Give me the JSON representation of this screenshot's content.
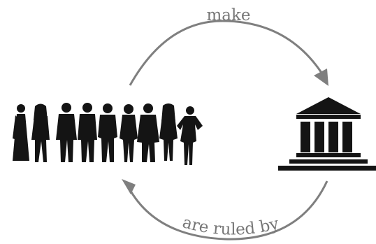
{
  "labels": {
    "top": "make",
    "bottom": "are ruled by"
  },
  "nodes": {
    "people": {
      "icon": "people-silhouettes-icon",
      "count": 9
    },
    "institution": {
      "icon": "government-building-icon"
    }
  },
  "colors": {
    "arrow": "#7f7f7f",
    "label": "#777777",
    "silhouette": "#141414",
    "background": "#ffffff"
  }
}
